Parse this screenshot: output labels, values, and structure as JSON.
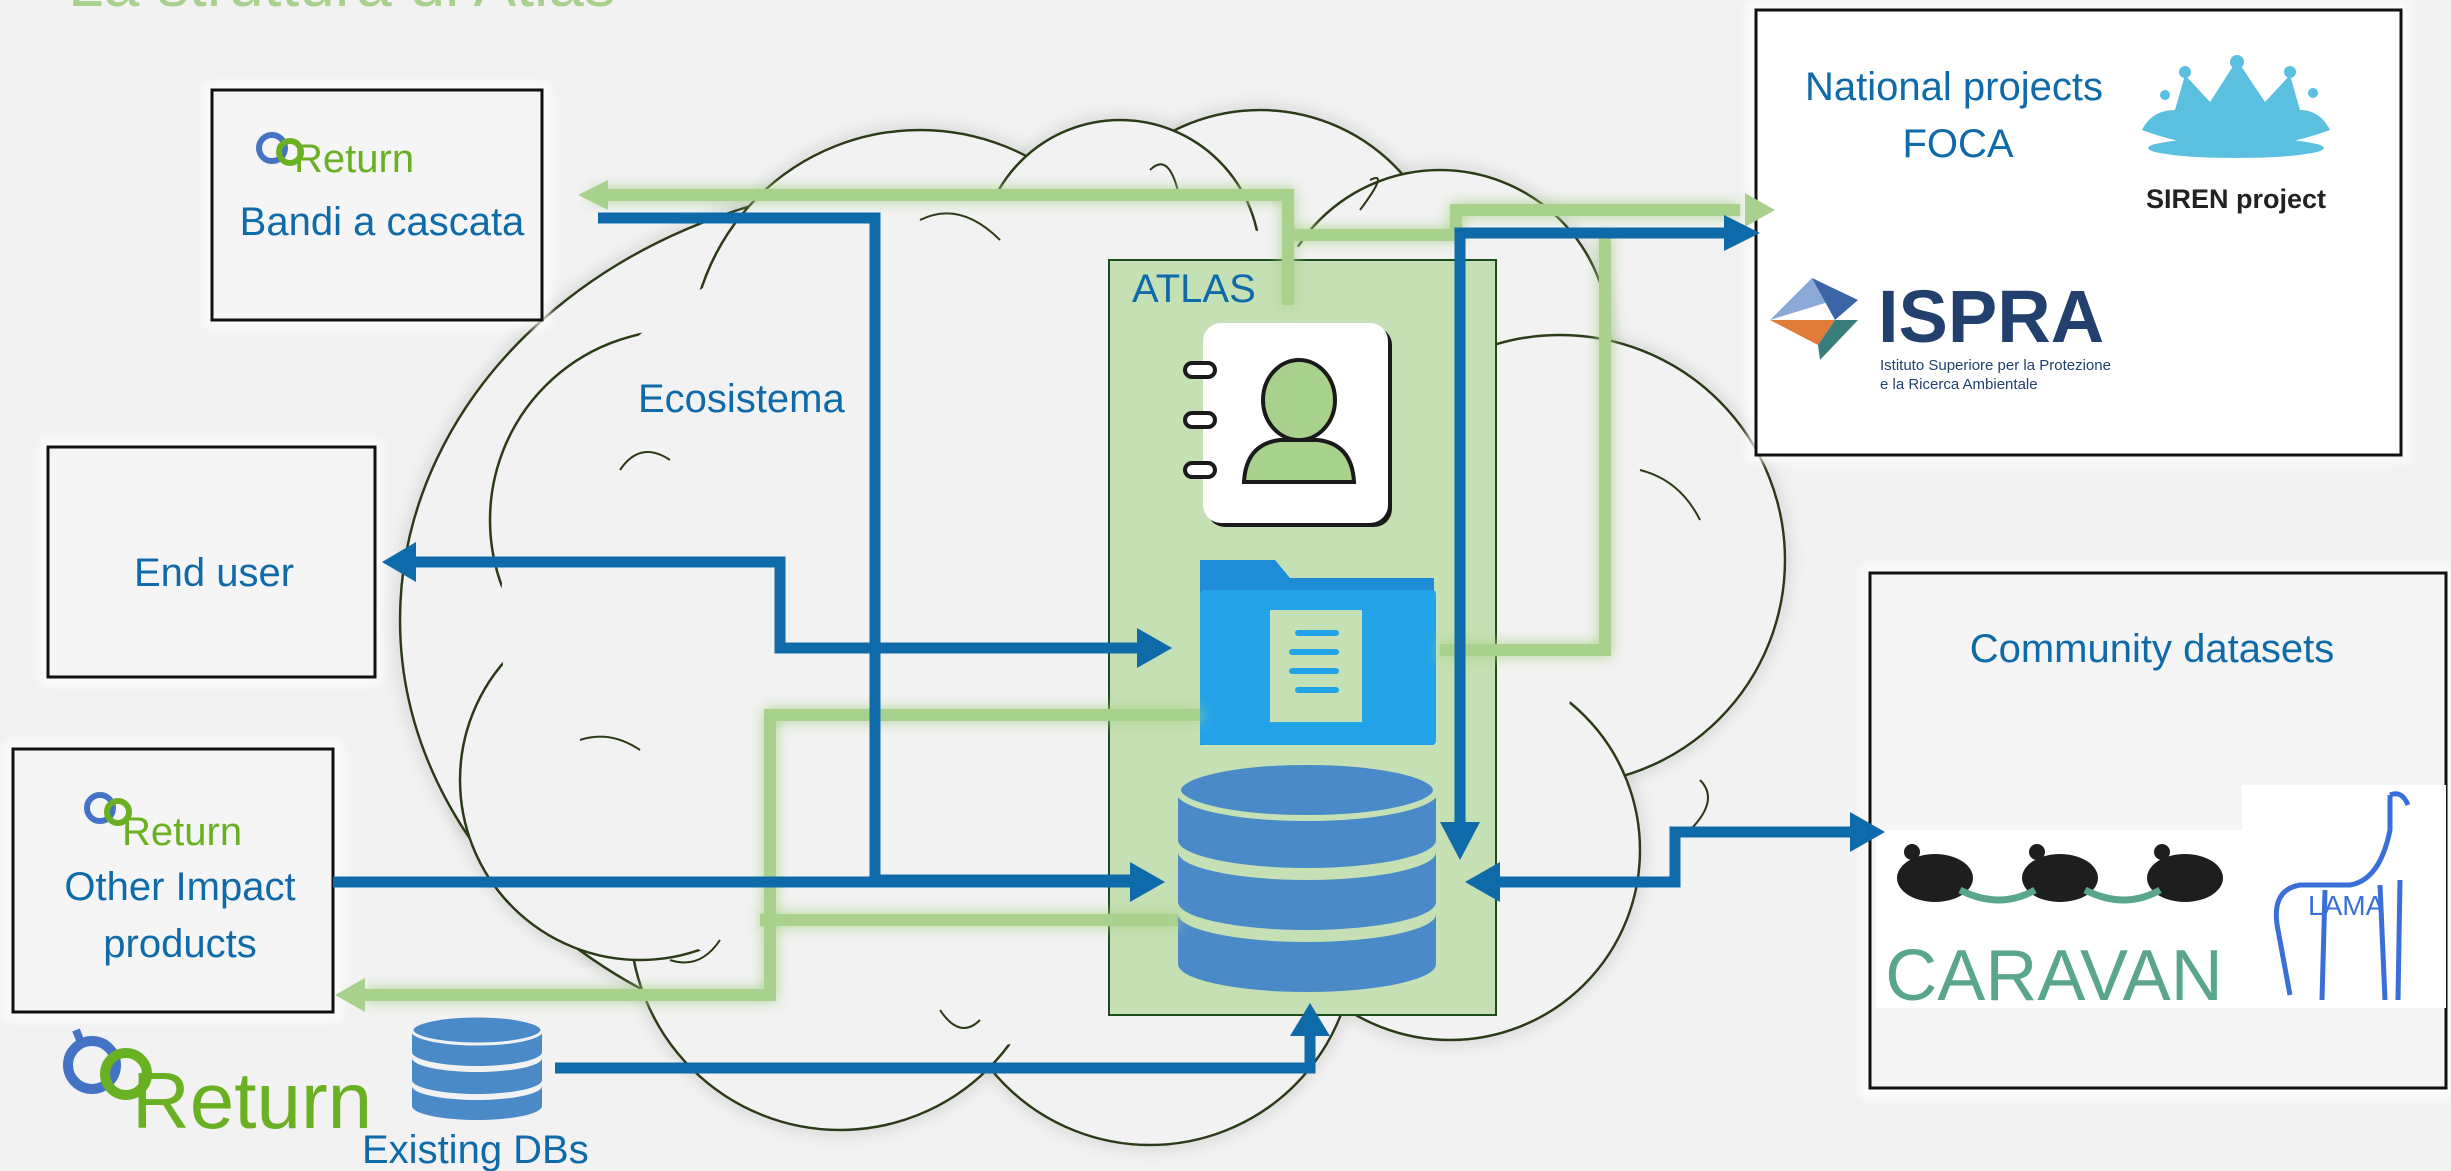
{
  "slide": {
    "title": "La struttura di Atlas"
  },
  "colors": {
    "blue": "#0e6aa8",
    "green": "#a9d18e",
    "atlas_box": "#c5e0b4",
    "text": "#0e6aa8",
    "return_green": "#6ab023"
  },
  "nodes": {
    "bandi": {
      "logo": "Return",
      "label": "Bandi a cascata"
    },
    "end_user": {
      "label": "End user"
    },
    "other_impact": {
      "logo": "Return",
      "label_line1": "Other Impact",
      "label_line2": "products"
    },
    "existing_dbs": {
      "logo": "Return",
      "label": "Existing DBs"
    },
    "ecosistema": {
      "label": "Ecosistema"
    },
    "atlas": {
      "label": "ATLAS",
      "icons": [
        "address-book-icon",
        "folder-icon",
        "database-icon"
      ]
    },
    "national": {
      "label_line1": "National projects",
      "label_line2": "FOCA",
      "siren_caption": "SIREN project",
      "ispra_name": "ISPRA",
      "ispra_sub1": "Istituto Superiore per la Protezione",
      "ispra_sub2": "e la Ricerca Ambientale"
    },
    "community": {
      "label": "Community datasets",
      "caravan": "CARAVAN",
      "lama": "LAMA"
    }
  }
}
